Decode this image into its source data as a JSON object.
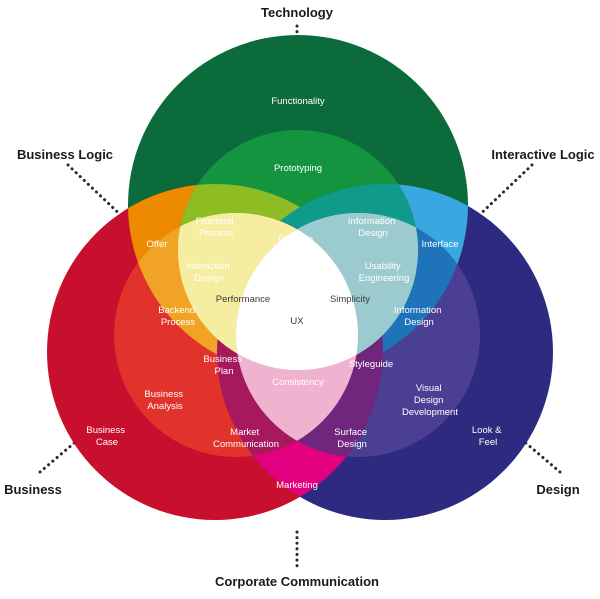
{
  "outer_labels": {
    "top": "Technology",
    "top_left": "Business Logic",
    "top_right": "Interactive Logic",
    "left": "Business",
    "right": "Design",
    "bottom": "Corporate Communication"
  },
  "regions": {
    "functionality": "Functionality",
    "prototyping": "Prototyping",
    "frontend_process": [
      "Frontend",
      "Process"
    ],
    "information_design_top": [
      "Information",
      "Design"
    ],
    "release_candidate": [
      "Release",
      "Candidate"
    ],
    "offer": "Offer",
    "interface": "Interface",
    "interaction_design": [
      "Interaction",
      "Design"
    ],
    "usability_engineering": [
      "Usability",
      "Engineering"
    ],
    "performance": "Performance",
    "simplicity": "Simplicity",
    "ux": "UX",
    "backend_process": [
      "Backend",
      "Process"
    ],
    "information_design_right": [
      "Information",
      "Design"
    ],
    "business_plan": [
      "Business",
      "Plan"
    ],
    "consistency": "Consistency",
    "styleguide": "Styleguide",
    "business_analysis": [
      "Business",
      "Analysis"
    ],
    "visual_design_development": [
      "Visual",
      "Design",
      "Development"
    ],
    "business_case": [
      "Business",
      "Case"
    ],
    "market_communication": [
      "Market",
      "Communication"
    ],
    "surface_design": [
      "Surface",
      "Design"
    ],
    "look_feel": [
      "Look &",
      "Feel"
    ],
    "marketing": "Marketing"
  },
  "colors": {
    "technology_outer": "#0b6b3a",
    "business_outer": "#c8102e",
    "design_outer": "#2e2a7f",
    "ux_center": "#ffffff"
  }
}
